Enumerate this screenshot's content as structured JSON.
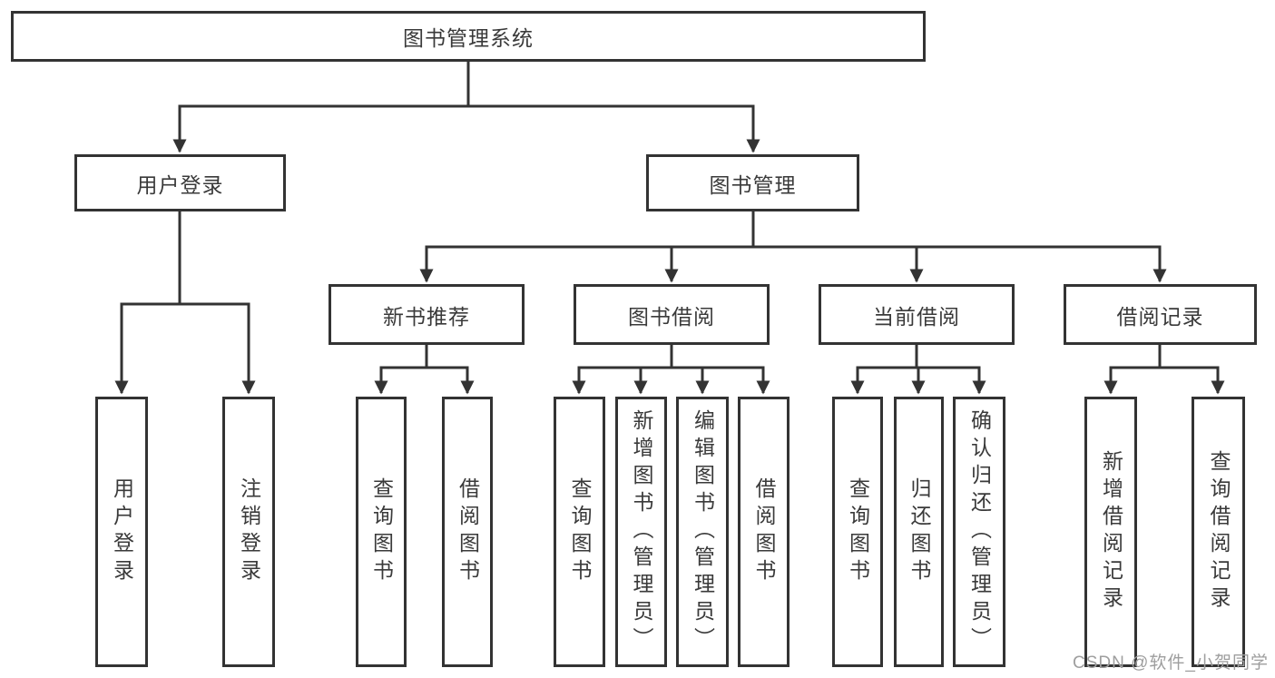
{
  "tree": {
    "root": {
      "label": "图书管理系统"
    },
    "branches": [
      {
        "label": "用户登录",
        "children": [
          "用户登录",
          "注销登录"
        ]
      },
      {
        "label": "图书管理",
        "groups": [
          {
            "label": "新书推荐",
            "children": [
              "查询图书",
              "借阅图书"
            ]
          },
          {
            "label": "图书借阅",
            "children": [
              "查询图书",
              "新增图书（管理员）",
              "编辑图书（管理员）",
              "借阅图书"
            ]
          },
          {
            "label": "当前借阅",
            "children": [
              "查询图书",
              "归还图书",
              "确认归还（管理员）"
            ]
          },
          {
            "label": "借阅记录",
            "children": [
              "新增借阅记录",
              "查询借阅记录"
            ]
          }
        ]
      }
    ]
  },
  "watermark": "CSDN @软件_小贺同学",
  "colors": {
    "line": "#333333",
    "text": "#3a3a3a",
    "background": "#ffffff",
    "watermark": "#9e9e9e"
  }
}
